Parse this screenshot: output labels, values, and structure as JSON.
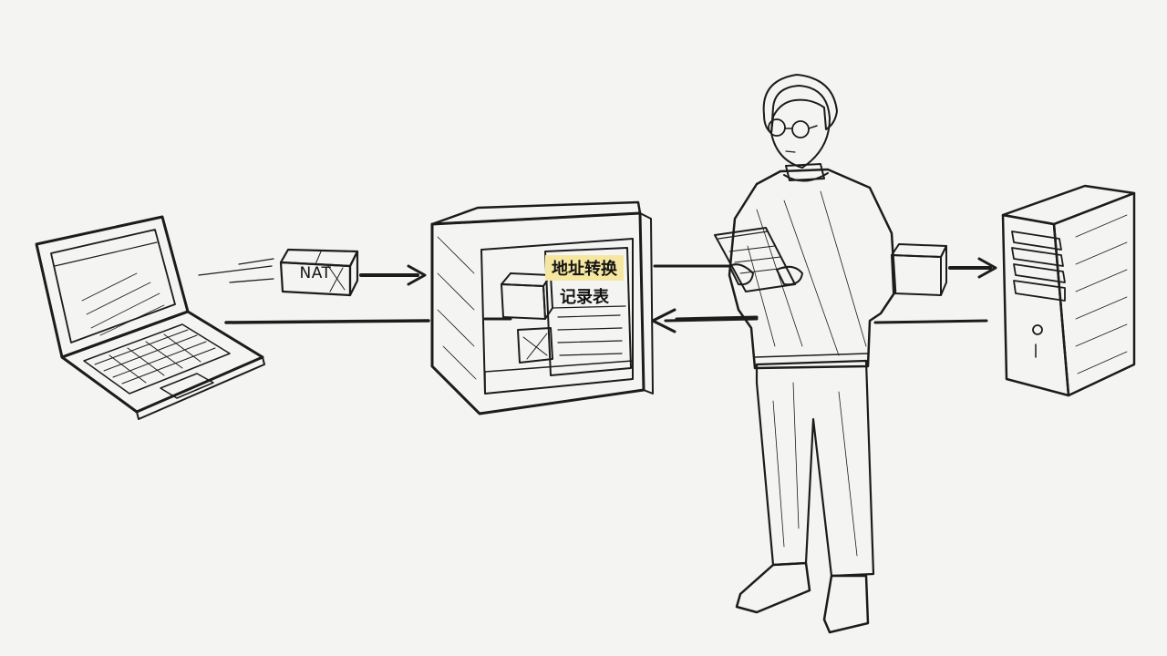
{
  "packet": {
    "label": "NAT"
  },
  "nat_table": {
    "title": "地址转换",
    "subtitle": "记录表"
  },
  "colors": {
    "paper": "#f4f4f2",
    "ink": "#1c1c1c",
    "blue": "#2e5bb8",
    "sweater": "#2f5fc4",
    "yellow": "#e3d23c",
    "highlight": "#f6e7a0"
  },
  "icons": {
    "client": "laptop-icon",
    "gateway": "nat-router-box-icon",
    "server": "server-tower-icon",
    "person": "person-with-notepad-icon",
    "packet": "package-icon"
  }
}
